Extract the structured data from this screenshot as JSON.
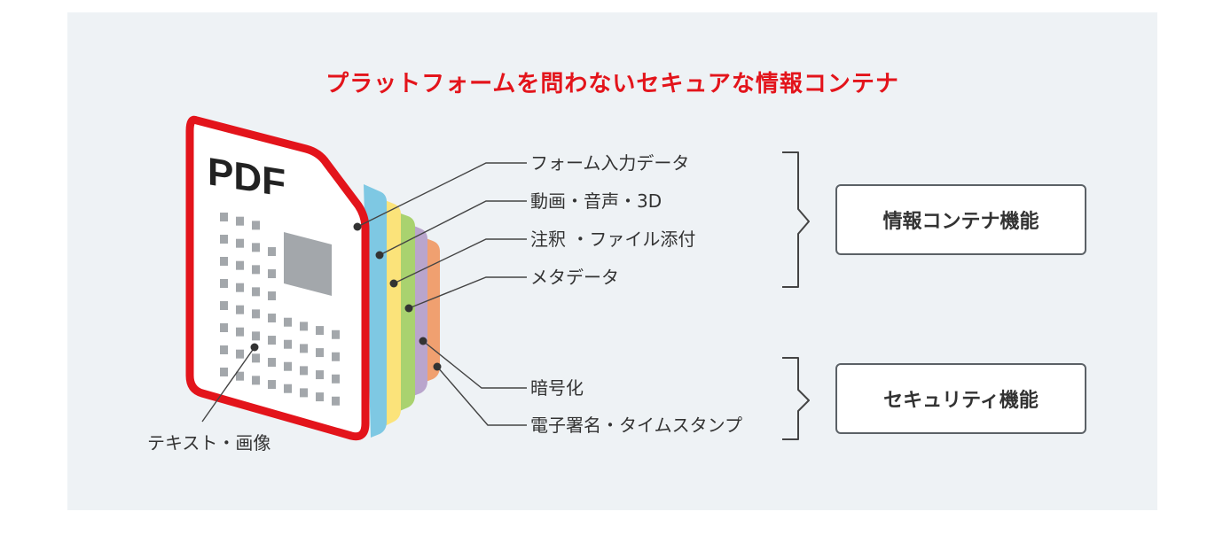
{
  "title": "プラットフォームを問わないセキュアな情報コンテナ",
  "document": {
    "badge": "PDF",
    "page_colors": [
      "#f4d03f",
      "#7ec8e3",
      "#fbe37a",
      "#a9d26f",
      "#b9a5cc",
      "#f0a070"
    ],
    "frame_color": "#e3141b"
  },
  "labels": {
    "text_image": "テキスト・画像",
    "form_data": "フォーム入力データ",
    "video_audio": "動画・音声・3D",
    "annotation": "注釈 ・ファイル添付",
    "metadata": "メタデータ",
    "encryption": "暗号化",
    "signature": "電子署名・タイムスタンプ"
  },
  "groups": {
    "info_container": "情報コンテナ機能",
    "security": "セキュリティ機能"
  }
}
